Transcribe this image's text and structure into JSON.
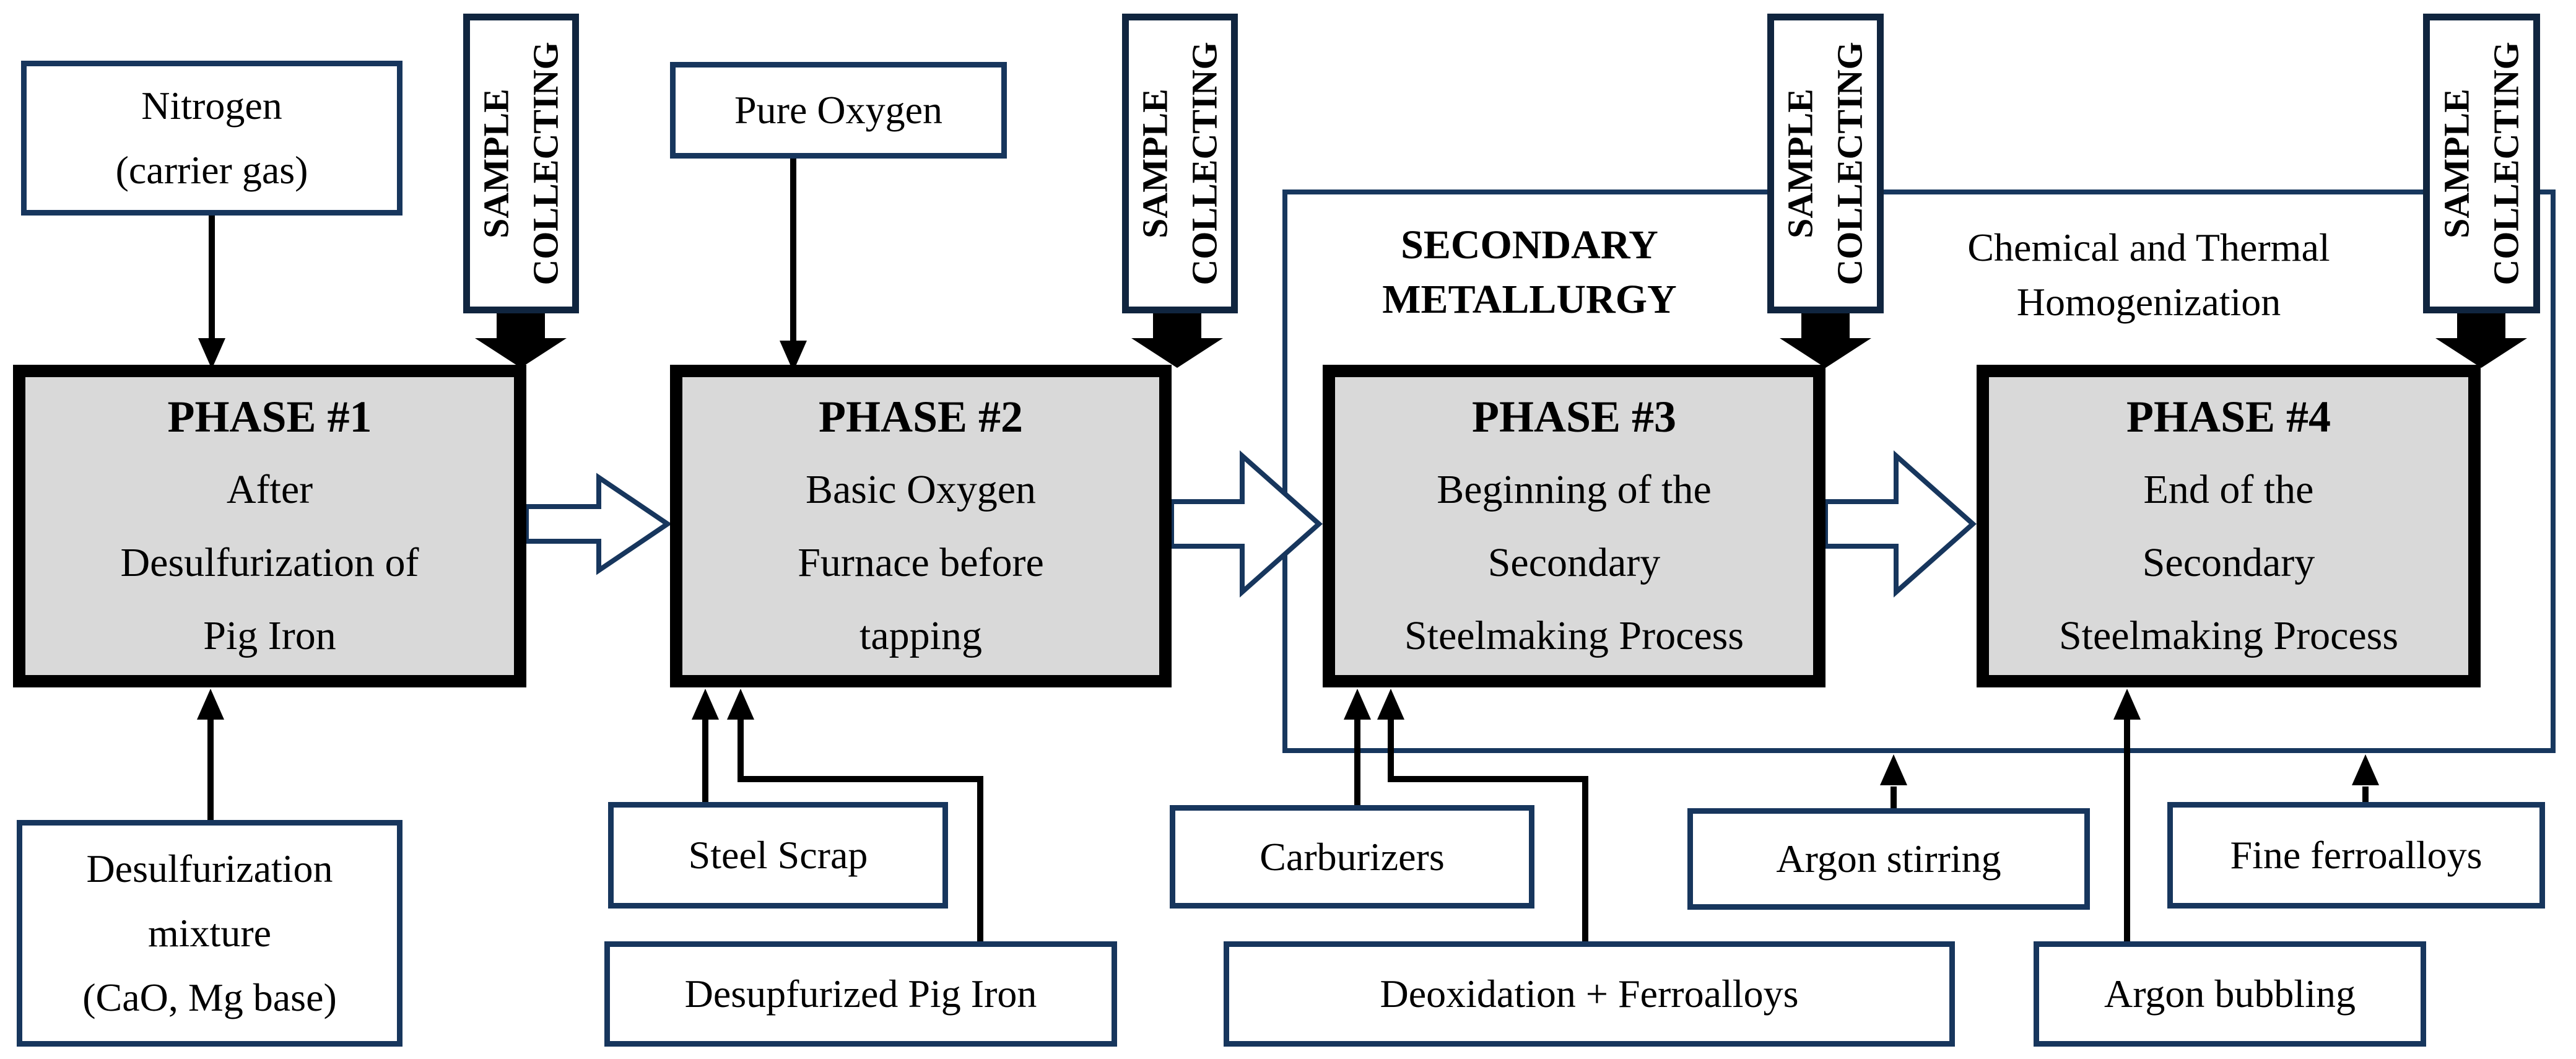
{
  "colors": {
    "box_border_navy": "#17365d",
    "sample_border": "#10253f",
    "bracket_line": "#17375e",
    "phase_border": "#000000",
    "phase_fill": "#d9d9d9",
    "arrow_black": "#000000",
    "background": "#ffffff"
  },
  "sample_collecting": {
    "line1": "SAMPLE",
    "line2": "COLLECTING"
  },
  "top_inputs": {
    "nitrogen": {
      "line1": "Nitrogen",
      "line2": "(carrier gas)"
    },
    "pure_oxygen": {
      "label": "Pure Oxygen"
    }
  },
  "phases": [
    {
      "title": "PHASE #1",
      "line1": "After",
      "line2": "Desulfurization of",
      "line3": "Pig Iron"
    },
    {
      "title": "PHASE #2",
      "line1": "Basic Oxygen",
      "line2": "Furnace before",
      "line3": "tapping"
    },
    {
      "title": "PHASE #3",
      "line1": "Beginning of the",
      "line2": "Secondary",
      "line3": "Steelmaking Process"
    },
    {
      "title": "PHASE #4",
      "line1": "End of the",
      "line2": "Secondary",
      "line3": "Steelmaking Process"
    }
  ],
  "section_labels": {
    "secondary_metallurgy": {
      "line1": "SECONDARY",
      "line2": "METALLURGY"
    },
    "homogenization": {
      "line1": "Chemical and Thermal",
      "line2": "Homogenization"
    }
  },
  "bottom_inputs": {
    "desulfurization_mixture": {
      "line1": "Desulfurization",
      "line2": "mixture",
      "line3": "(CaO, Mg base)"
    },
    "steel_scrap": {
      "label": "Steel Scrap"
    },
    "desulfurized_pig_iron": {
      "label": "Desupfurized Pig Iron"
    },
    "carburizers": {
      "label": "Carburizers"
    },
    "deoxidation_ferroalloys": {
      "label": "Deoxidation + Ferroalloys"
    },
    "argon_stirring": {
      "label": "Argon stirring"
    },
    "fine_ferroalloys": {
      "label": "Fine ferroalloys"
    },
    "argon_bubbling": {
      "label": "Argon bubbling"
    }
  }
}
